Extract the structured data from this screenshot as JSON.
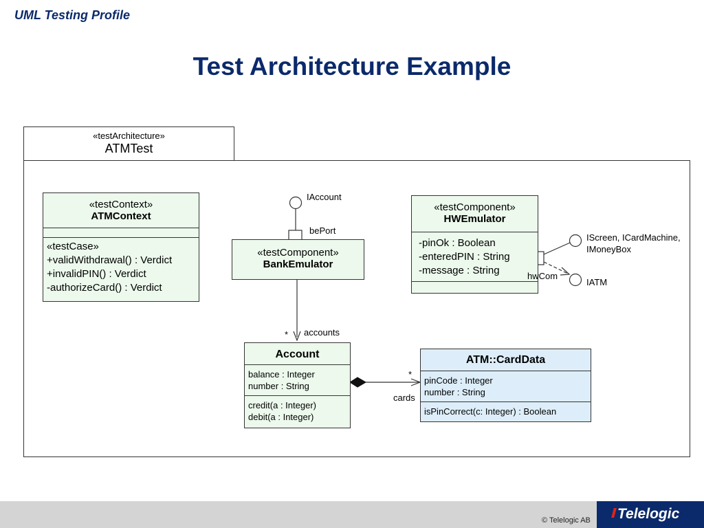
{
  "header": {
    "course": "UML Testing Profile",
    "title": "Test Architecture Example"
  },
  "frame": {
    "stereotype": "«testArchitecture»",
    "name": "ATMTest"
  },
  "atm_context": {
    "stereotype": "«testContext»",
    "name": "ATMContext",
    "ops": [
      "«testCase»",
      "+validWithdrawal() : Verdict",
      "+invalidPIN() : Verdict",
      "-authorizeCard() : Verdict"
    ]
  },
  "bank_emulator": {
    "stereotype": "«testComponent»",
    "name": "BankEmulator",
    "interface": "IAccount",
    "port": "bePort"
  },
  "hw_emulator": {
    "stereotype": "«testComponent»",
    "name": "HWEmulator",
    "attrs": [
      "-pinOk : Boolean",
      "-enteredPIN : String",
      "-message : String"
    ],
    "port": "hwCom",
    "provided_interface_line1": "IScreen, ICardMachine,",
    "provided_interface_line2": "IMoneyBox",
    "required_interface": "IATM"
  },
  "account": {
    "name": "Account",
    "attrs": [
      "balance : Integer",
      "number : String"
    ],
    "ops": [
      "credit(a : Integer)",
      "debit(a : Integer)"
    ],
    "assoc_role": "accounts",
    "assoc_mult": "*"
  },
  "card_data": {
    "name": "ATM::CardData",
    "attrs": [
      "pinCode : Integer",
      "number : String"
    ],
    "ops": [
      "isPinCorrect(c: Integer) : Boolean"
    ],
    "assoc_role": "cards",
    "assoc_mult": "*"
  },
  "footer": {
    "copyright": "© Telelogic AB",
    "logo": "Telelogic"
  },
  "colors": {
    "title": "#0b2a6b",
    "class_fill": "#ecf9ec",
    "class_fill_blue": "#ddeefa",
    "footer_bar": "#d4d4d4",
    "logo_bg": "#0b2a6b",
    "logo_accent": "#e2231a"
  }
}
